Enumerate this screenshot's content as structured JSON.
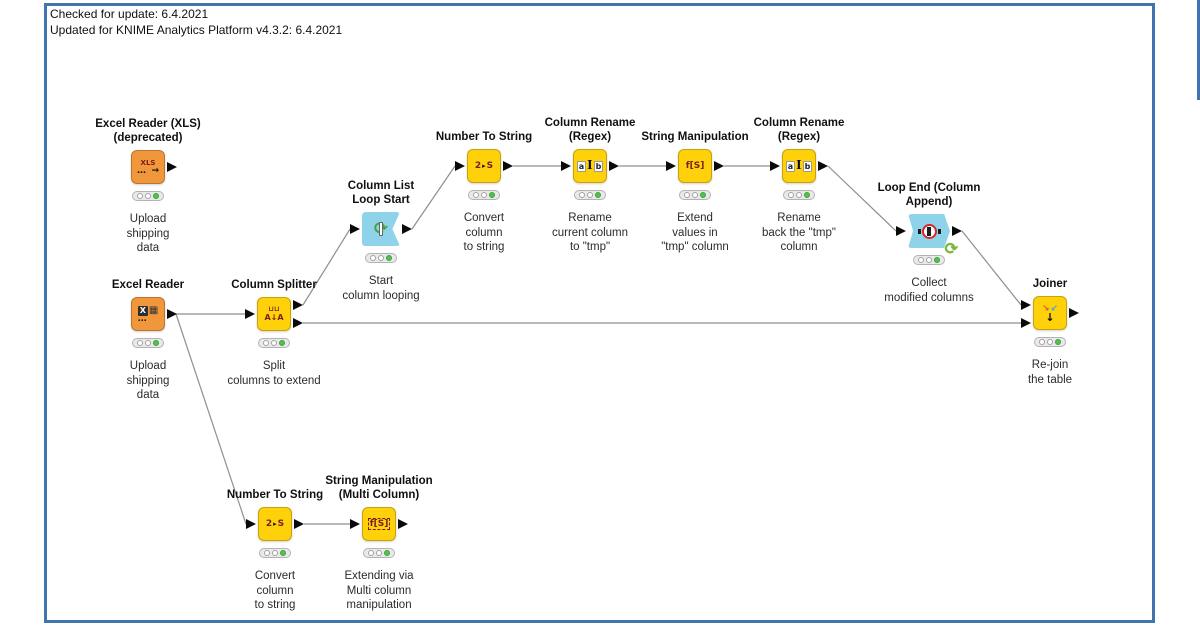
{
  "annotation": {
    "text": "Checked for update: 6.4.2021\nUpdated for KNIME Analytics Platform v4.3.2: 6.4.2021"
  },
  "colors": {
    "frame_border": "#4173ae",
    "node_reader_orange": "#f0973b",
    "node_manipulator_yellow": "#fed10a",
    "node_loop_cyan": "#8ed3e9",
    "traffic_light_green": "#4ec44e",
    "connection_grey": "#8f8f8f",
    "loop_badge_green": "#7ab63e"
  },
  "workflow": {
    "node_status": "executed (green traffic light)",
    "nodes": [
      {
        "id": "excel-reader-xls-deprecated",
        "title": "Excel Reader (XLS)\n(deprecated)",
        "label": "Upload\nshipping\ndata",
        "icon": "xls-file-icon",
        "type": "reader"
      },
      {
        "id": "excel-reader",
        "title": "Excel Reader",
        "label": "Upload\nshipping\ndata",
        "icon": "excel-table-icon",
        "type": "reader"
      },
      {
        "id": "column-splitter",
        "title": "Column Splitter",
        "label": "Split\ncolumns to extend",
        "icon": "column-split-icon",
        "type": "manipulator"
      },
      {
        "id": "column-list-loop-start",
        "title": "Column List\nLoop Start",
        "label": "Start\ncolumn looping",
        "icon": "loop-start-icon",
        "type": "loop-start"
      },
      {
        "id": "number-to-string-top",
        "title": "Number To String",
        "label": "Convert\ncolumn\nto string",
        "icon": "number-to-string-icon",
        "type": "manipulator"
      },
      {
        "id": "column-rename-regex-1",
        "title": "Column Rename\n(Regex)",
        "label": "Rename\ncurrent column\nto \"tmp\"",
        "icon": "rename-icon",
        "type": "manipulator"
      },
      {
        "id": "string-manipulation",
        "title": "String Manipulation",
        "label": "Extend\nvalues in\n\"tmp\" column",
        "icon": "string-function-icon",
        "type": "manipulator"
      },
      {
        "id": "column-rename-regex-2",
        "title": "Column Rename\n(Regex)",
        "label": "Rename\nback the \"tmp\"\ncolumn",
        "icon": "rename-icon",
        "type": "manipulator"
      },
      {
        "id": "loop-end-column-append",
        "title": "Loop End (Column\nAppend)",
        "label": "Collect\nmodified columns",
        "icon": "loop-end-icon",
        "type": "loop-end"
      },
      {
        "id": "joiner",
        "title": "Joiner",
        "label": "Re-join\nthe table",
        "icon": "joiner-icon",
        "type": "manipulator"
      },
      {
        "id": "number-to-string-bottom",
        "title": "Number To String",
        "label": "Convert\ncolumn\nto string",
        "icon": "number-to-string-icon",
        "type": "manipulator"
      },
      {
        "id": "string-manipulation-multi-column",
        "title": "String Manipulation\n(Multi Column)",
        "label": "Extending via\nMulti column\nmanipulation",
        "icon": "string-function-multi-icon",
        "type": "manipulator"
      }
    ],
    "connections": [
      {
        "from": "excel-reader",
        "to": "column-splitter"
      },
      {
        "from": "excel-reader",
        "to": "number-to-string-bottom"
      },
      {
        "from": "column-splitter",
        "to": "column-list-loop-start"
      },
      {
        "from": "column-splitter",
        "to": "joiner"
      },
      {
        "from": "column-list-loop-start",
        "to": "number-to-string-top"
      },
      {
        "from": "number-to-string-top",
        "to": "column-rename-regex-1"
      },
      {
        "from": "column-rename-regex-1",
        "to": "string-manipulation"
      },
      {
        "from": "string-manipulation",
        "to": "column-rename-regex-2"
      },
      {
        "from": "column-rename-regex-2",
        "to": "loop-end-column-append"
      },
      {
        "from": "loop-end-column-append",
        "to": "joiner"
      },
      {
        "from": "number-to-string-bottom",
        "to": "string-manipulation-multi-column"
      }
    ]
  }
}
